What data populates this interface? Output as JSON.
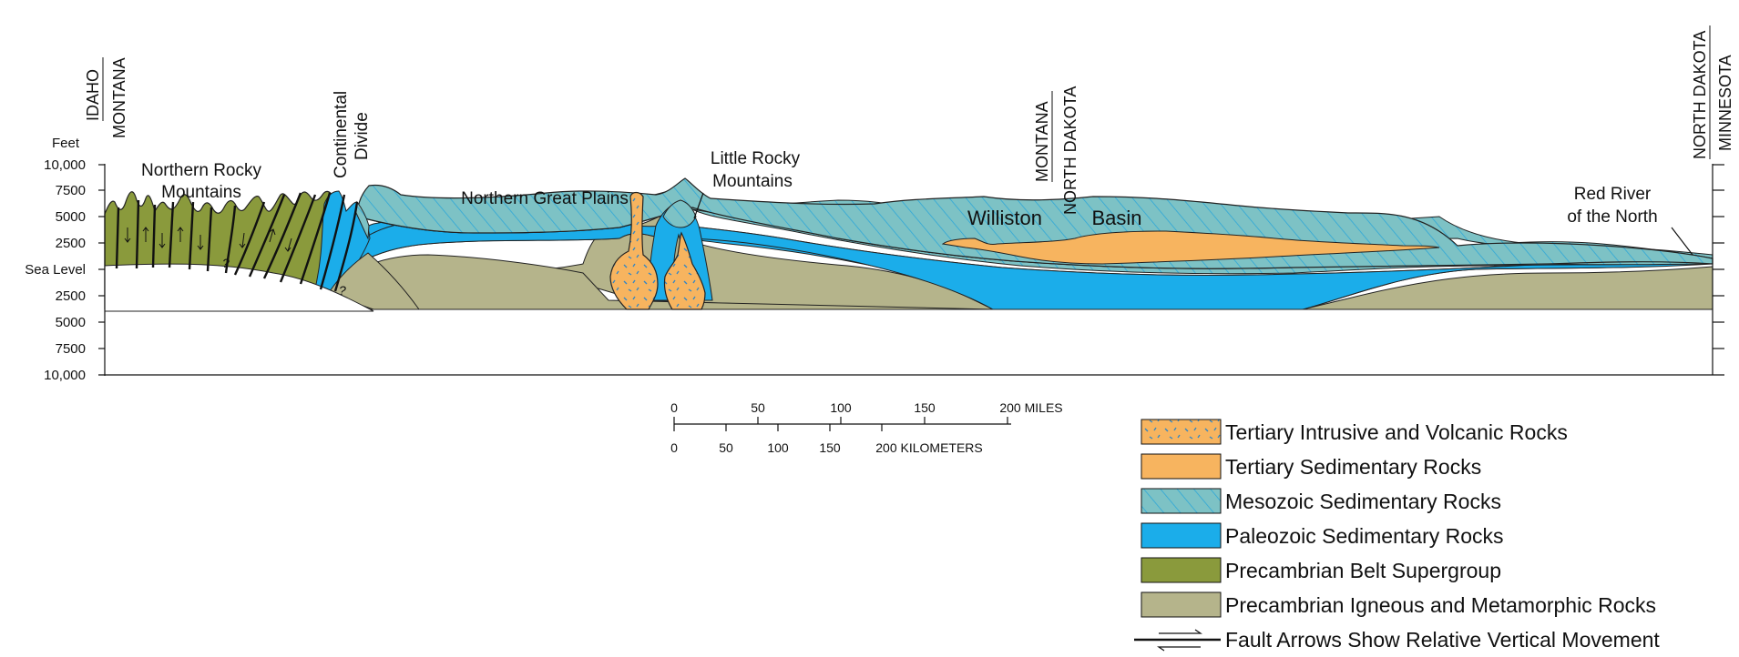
{
  "colors": {
    "tertiary_intrusive": "#f7b45f",
    "tertiary_sedimentary": "#f7b45f",
    "mesozoic": "#7dc2c5",
    "mesozoic_hatch": "#2ea7d8",
    "paleozoic": "#1badea",
    "belt": "#8a9a3c",
    "igneous": "#b5b48b"
  },
  "axis": {
    "title": "Feet",
    "ticks": [
      "10,000",
      "7500",
      "5000",
      "2500",
      "Sea Level",
      "2500",
      "5000",
      "7500",
      "10,000"
    ]
  },
  "state_lines": {
    "idaho_montana": [
      "IDAHO",
      "MONTANA"
    ],
    "montana_nd": [
      "MONTANA",
      "NORTH DAKOTA"
    ],
    "nd_mn": [
      "NORTH DAKOTA",
      "MINNESOTA"
    ]
  },
  "features": {
    "northern_rocky": [
      "Northern Rocky",
      "Mountains"
    ],
    "continental_divide": [
      "Continental",
      "Divide"
    ],
    "northern_great_plains": "Northern Great Plains",
    "little_rocky": [
      "Little Rocky",
      "Mountains"
    ],
    "williston": "Williston",
    "basin": "Basin",
    "red_river": [
      "Red River",
      "of the North"
    ],
    "question_mark": "?"
  },
  "scale": {
    "miles": [
      "0",
      "50",
      "100",
      "150",
      "200 MILES"
    ],
    "km": [
      "0",
      "50",
      "100",
      "150",
      "200 KILOMETERS"
    ]
  },
  "legend": [
    {
      "key": "tertiary_intrusive",
      "label": "Tertiary Intrusive and Volcanic Rocks"
    },
    {
      "key": "tertiary_sedimentary",
      "label": "Tertiary Sedimentary Rocks"
    },
    {
      "key": "mesozoic",
      "label": "Mesozoic Sedimentary Rocks"
    },
    {
      "key": "paleozoic",
      "label": "Paleozoic Sedimentary Rocks"
    },
    {
      "key": "belt",
      "label": "Precambrian Belt Supergroup"
    },
    {
      "key": "igneous",
      "label": "Precambrian Igneous and Metamorphic Rocks"
    },
    {
      "key": "fault",
      "label": "Fault Arrows Show Relative Vertical Movement"
    }
  ]
}
